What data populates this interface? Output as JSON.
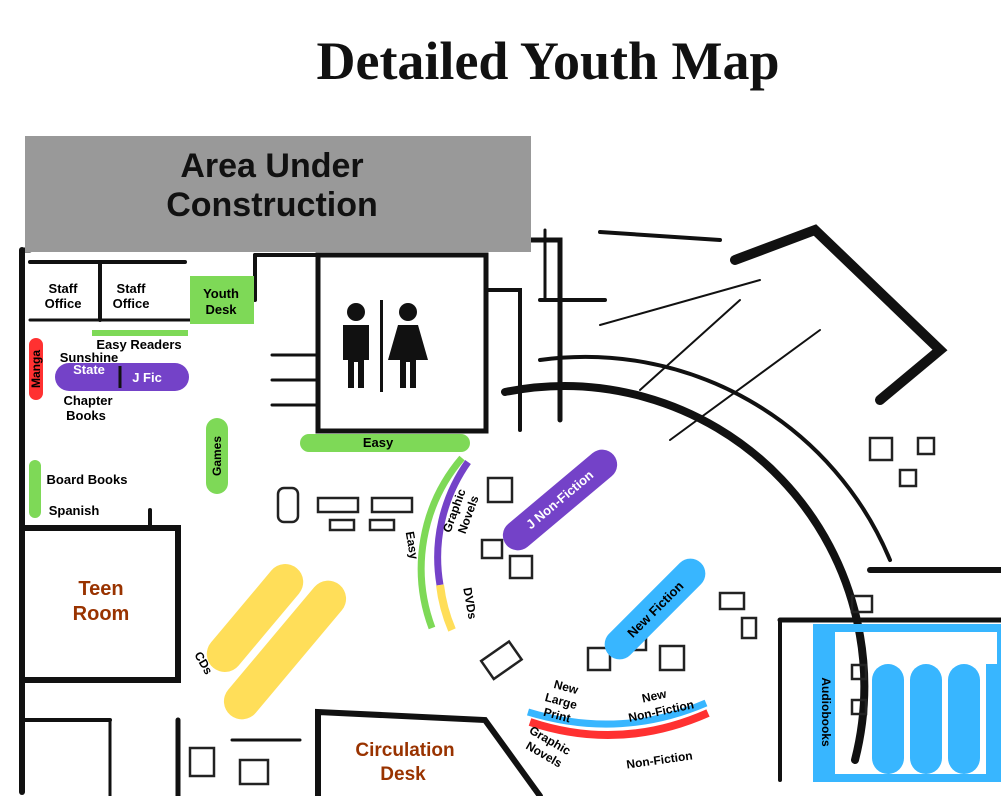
{
  "title": "Detailed Youth Map",
  "colors": {
    "construction": "#999999",
    "green": "#7ed957",
    "purple": "#7442c8",
    "yellow": "#ffde59",
    "blue": "#38b6ff",
    "red": "#ff3131",
    "room_label": "#993300",
    "wall": "#111111"
  },
  "labels": {
    "construction": [
      "Area Under",
      "Construction"
    ],
    "staff_office": [
      "Staff",
      "Office"
    ],
    "youth_desk": [
      "Youth",
      "Desk"
    ],
    "easy_readers": "Easy Readers",
    "sunshine": "Sunshine",
    "state": "State",
    "j_fic": "J Fic",
    "manga": "Manga",
    "chapter_books": [
      "Chapter",
      "Books"
    ],
    "games": "Games",
    "easy_top": "Easy",
    "board_books": "Board Books",
    "spanish": "Spanish",
    "teen_room": [
      "Teen",
      "Room"
    ],
    "cds": "CDs",
    "graphic_novels_arc": [
      "Graphic",
      "Novels"
    ],
    "easy_arc": "Easy",
    "dvds": "DVDs",
    "j_non_fiction": "J Non-Fiction",
    "new_fiction": "New Fiction",
    "new_large_print": [
      "New",
      "Large",
      "Print"
    ],
    "new_non_fiction": [
      "New",
      "Non-Fiction"
    ],
    "graphic_novels_bottom": [
      "Graphic",
      "Novels"
    ],
    "non_fiction": "Non-Fiction",
    "audiobooks": "Audiobooks",
    "circulation_desk": [
      "Circulation",
      "Desk"
    ]
  }
}
